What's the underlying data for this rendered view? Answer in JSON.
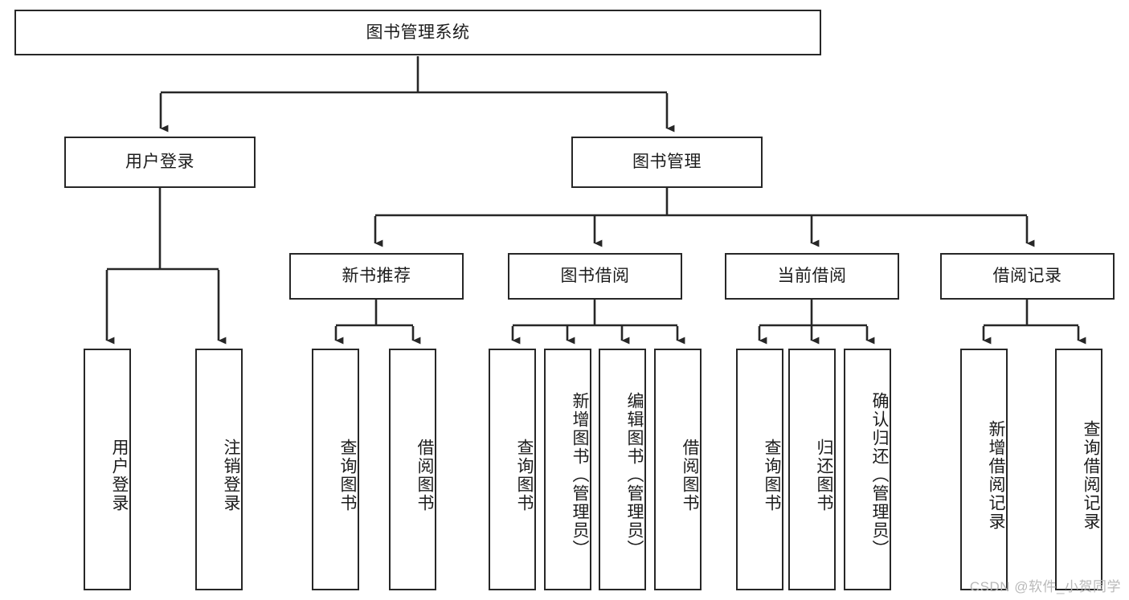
{
  "diagram": {
    "title": "图书管理系统",
    "type": "tree-hierarchy-diagram",
    "colors": {
      "box_border": "#272727",
      "box_fill": "#ffffff",
      "edge": "#272727",
      "text": "#1c1c1c",
      "watermark": "#b9b9b9",
      "background": "#ffffff"
    },
    "watermark": "CSDN @软件_小贺同学",
    "levels": {
      "root": {
        "label": "图书管理系统"
      },
      "level2": [
        {
          "label": "用户登录"
        },
        {
          "label": "图书管理"
        }
      ],
      "level3": [
        {
          "label": "新书推荐"
        },
        {
          "label": "图书借阅"
        },
        {
          "label": "当前借阅"
        },
        {
          "label": "借阅记录"
        }
      ],
      "leaves": {
        "user_login": [
          {
            "label": "用户登录"
          },
          {
            "label": "注销登录"
          }
        ],
        "new_book_recommend": [
          {
            "label": "查询图书"
          },
          {
            "label": "借阅图书"
          }
        ],
        "book_borrow": [
          {
            "label": "查询图书"
          },
          {
            "label": "新增图书（管理员）"
          },
          {
            "label": "编辑图书（管理员）"
          },
          {
            "label": "借阅图书"
          }
        ],
        "current_borrow": [
          {
            "label": "查询图书"
          },
          {
            "label": "归还图书"
          },
          {
            "label": "确认归还（管理员）"
          }
        ],
        "borrow_record": [
          {
            "label": "新增借阅记录"
          },
          {
            "label": "查询借阅记录"
          }
        ]
      }
    }
  }
}
